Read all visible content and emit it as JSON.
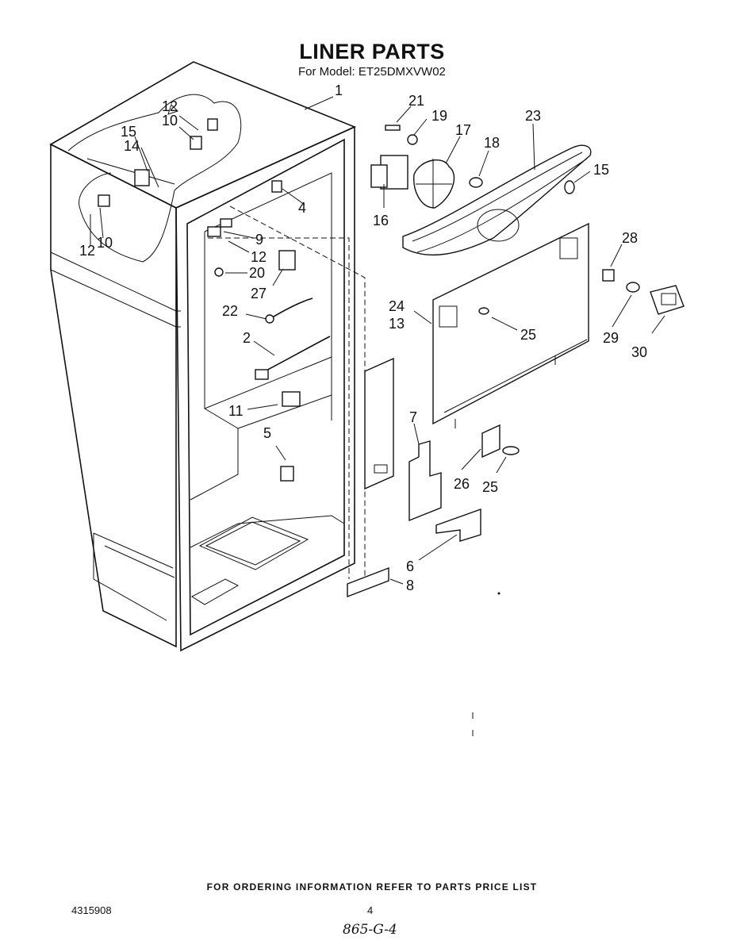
{
  "header": {
    "title": "LINER PARTS",
    "subtitle": "For Model: ET25DMXVW02"
  },
  "callouts": [
    {
      "id": "c1",
      "label": "1"
    },
    {
      "id": "c12a",
      "label": "12"
    },
    {
      "id": "c10a",
      "label": "10"
    },
    {
      "id": "c15a",
      "label": "15"
    },
    {
      "id": "c14",
      "label": "14"
    },
    {
      "id": "c12b",
      "label": "12"
    },
    {
      "id": "c10b",
      "label": "10"
    },
    {
      "id": "c4",
      "label": "4"
    },
    {
      "id": "c9",
      "label": "9"
    },
    {
      "id": "c12c",
      "label": "12"
    },
    {
      "id": "c20",
      "label": "20"
    },
    {
      "id": "c27",
      "label": "27"
    },
    {
      "id": "c22",
      "label": "22"
    },
    {
      "id": "c2",
      "label": "2"
    },
    {
      "id": "c11",
      "label": "11"
    },
    {
      "id": "c5",
      "label": "5"
    },
    {
      "id": "c21",
      "label": "21"
    },
    {
      "id": "c19",
      "label": "19"
    },
    {
      "id": "c17",
      "label": "17"
    },
    {
      "id": "c18",
      "label": "18"
    },
    {
      "id": "c16",
      "label": "16"
    },
    {
      "id": "c23",
      "label": "23"
    },
    {
      "id": "c15b",
      "label": "15"
    },
    {
      "id": "c28",
      "label": "28"
    },
    {
      "id": "c24",
      "label": "24"
    },
    {
      "id": "c13",
      "label": "13"
    },
    {
      "id": "c25a",
      "label": "25"
    },
    {
      "id": "c29",
      "label": "29"
    },
    {
      "id": "c30",
      "label": "30"
    },
    {
      "id": "c7",
      "label": "7"
    },
    {
      "id": "c26",
      "label": "26"
    },
    {
      "id": "c25b",
      "label": "25"
    },
    {
      "id": "c6",
      "label": "6"
    },
    {
      "id": "c8",
      "label": "8"
    }
  ],
  "footer": {
    "note": "FOR ORDERING INFORMATION REFER TO PARTS PRICE LIST",
    "doc_number": "4315908",
    "page_number": "4",
    "handwritten_note": "865-G-4"
  }
}
